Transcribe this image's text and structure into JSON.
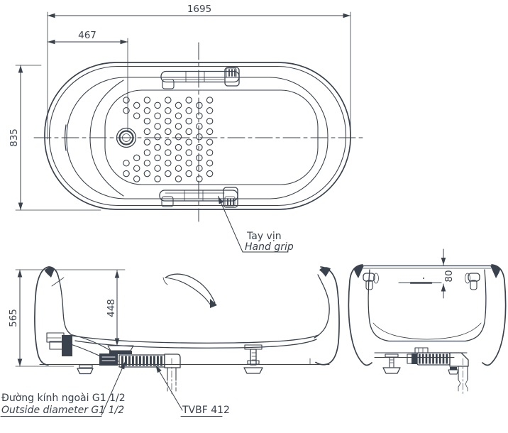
{
  "dimensions": {
    "overall_length": "1695",
    "drain_center_offset": "467",
    "overall_width": "835",
    "tub_height": "565",
    "inner_depth": "448",
    "rim_to_waterline": "80"
  },
  "callouts": {
    "hand_grip_vi": "Tay vịn",
    "hand_grip_en": "Hand grip",
    "outside_diameter_vi": "Đường kính ngoài G1 1/2",
    "outside_diameter_en": "Outside diameter G1 1/2",
    "model_code": "TVBF 412"
  },
  "colors": {
    "ink": "#3a424e",
    "background": "#ffffff"
  }
}
